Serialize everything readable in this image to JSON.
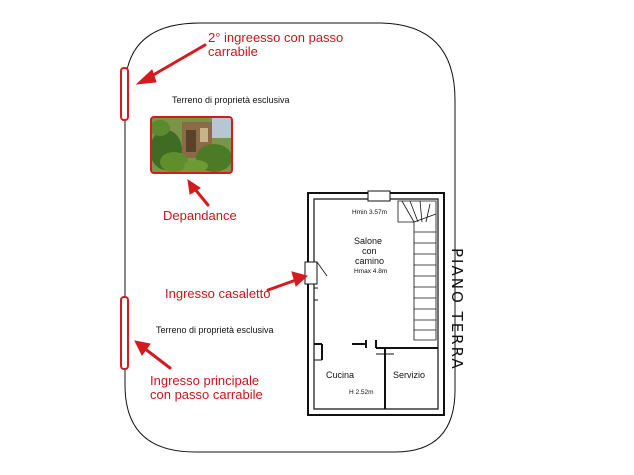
{
  "annotations": {
    "second_entrance_line1": "2° ingreesso con passo",
    "second_entrance_line2": "carrabile",
    "dependance": "Depandance",
    "casaletto_entrance": "Ingresso casaletto",
    "main_entrance_line1": "Ingresso principale",
    "main_entrance_line2": "con passo carrabile"
  },
  "land": {
    "top_label": "Terreno di proprietà esclusiva",
    "bottom_label": "Terreno di proprietà esclusiva"
  },
  "floor_plan": {
    "floor_name": "PIANO TERRA",
    "salone_line1": "Salone",
    "salone_line2": "con",
    "salone_line3": "camino",
    "height_top": "Hmin 3.57m",
    "height_salone": "Hmax 4.8m",
    "cucina": "Cucina",
    "servizio": "Servizio",
    "height_cucina": "H 2.52m"
  },
  "colors": {
    "annotation_red": "#c8141e",
    "line_black": "#111111"
  },
  "icons": {
    "arrow": "red-arrow-icon",
    "photo": "dependance-photo"
  }
}
